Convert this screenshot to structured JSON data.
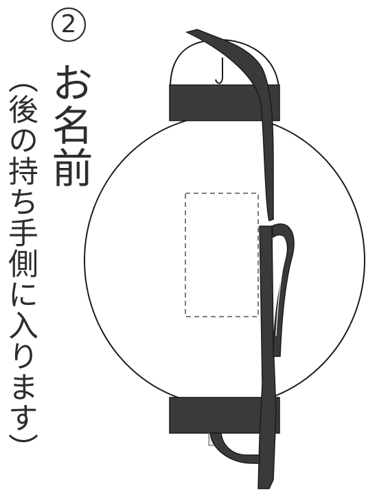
{
  "step": {
    "number": "2"
  },
  "title": "お名前",
  "note": "（後の持ち手側に入ります）",
  "colors": {
    "outline": "#1a1a1a",
    "band": "#3a3a3a",
    "handle": "#3a3a3a",
    "name_area_border": "#333333"
  },
  "icons": {
    "step_badge": "circled-number",
    "illustration": "chochin-lantern",
    "name_area": "dashed-rectangle"
  }
}
